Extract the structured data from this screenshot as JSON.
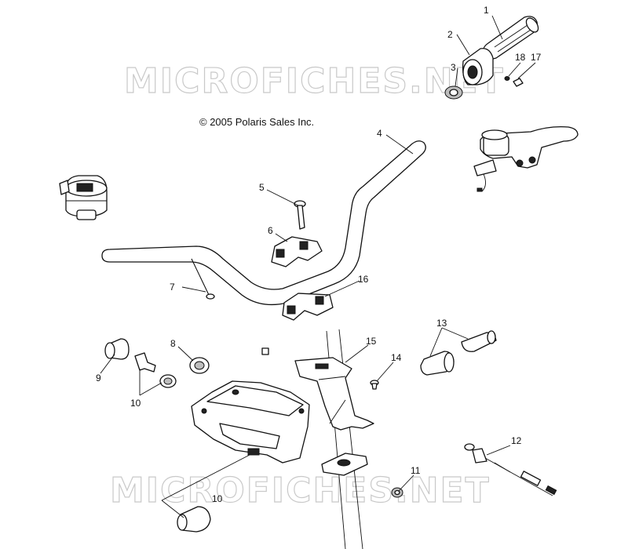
{
  "copyright": "© 2005 Polaris Sales Inc.",
  "watermark": "MICROFICHES.NET",
  "callouts": [
    {
      "id": "c1",
      "label": "1"
    },
    {
      "id": "c2",
      "label": "2"
    },
    {
      "id": "c3",
      "label": "3"
    },
    {
      "id": "c18",
      "label": "18"
    },
    {
      "id": "c17",
      "label": "17"
    },
    {
      "id": "c4",
      "label": "4"
    },
    {
      "id": "c5",
      "label": "5"
    },
    {
      "id": "c6",
      "label": "6"
    },
    {
      "id": "c7",
      "label": "7"
    },
    {
      "id": "c16",
      "label": "16"
    },
    {
      "id": "c8",
      "label": "8"
    },
    {
      "id": "c9",
      "label": "9"
    },
    {
      "id": "c10a",
      "label": "10"
    },
    {
      "id": "c13",
      "label": "13"
    },
    {
      "id": "c15",
      "label": "15"
    },
    {
      "id": "c14",
      "label": "14"
    },
    {
      "id": "c12",
      "label": "12"
    },
    {
      "id": "c11",
      "label": "11"
    },
    {
      "id": "c10b",
      "label": "10"
    }
  ]
}
